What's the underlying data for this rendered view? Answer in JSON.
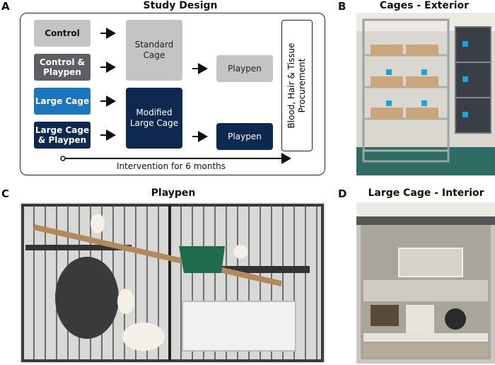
{
  "panel_a": {
    "letter": "A",
    "title": "Study Design",
    "groups": [
      "Control",
      "Control &\nPlaypen",
      "Large Cage",
      "Large Cage\n& Playpen"
    ],
    "standard_cage": "Standard\nCage",
    "modified_cage": "Modified\nLarge Cage",
    "playpen_1": "Playpen",
    "playpen_2": "Playpen",
    "procurement": "Blood, Hair & Tissue\nProcurement",
    "intervention": "Intervention for 6 months",
    "colors": {
      "light_gray": "#c4c4c4",
      "dark_gray": "#5c6064",
      "blue": "#1b76bd",
      "navy": "#0e2850"
    }
  },
  "panel_b": {
    "letter": "B",
    "title": "Cages - Exterior"
  },
  "panel_c": {
    "letter": "C",
    "title": "Playpen"
  },
  "panel_d": {
    "letter": "D",
    "title": "Large Cage - Interior"
  }
}
